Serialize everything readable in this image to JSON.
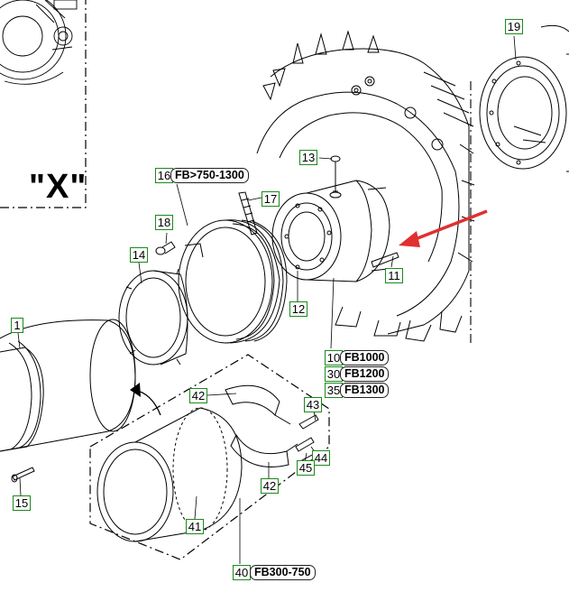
{
  "view_label": "\"X\"",
  "callouts": [
    {
      "id": "c1",
      "number": "1"
    },
    {
      "id": "c10",
      "number": "10",
      "tag": "FB1000"
    },
    {
      "id": "c11",
      "number": "11"
    },
    {
      "id": "c12",
      "number": "12"
    },
    {
      "id": "c13",
      "number": "13"
    },
    {
      "id": "c14",
      "number": "14"
    },
    {
      "id": "c15",
      "number": "15"
    },
    {
      "id": "c16",
      "number": "16",
      "tag": "FB>750-1300"
    },
    {
      "id": "c17",
      "number": "17"
    },
    {
      "id": "c18",
      "number": "18"
    },
    {
      "id": "c19",
      "number": "19"
    },
    {
      "id": "c30",
      "number": "30",
      "tag": "FB1200"
    },
    {
      "id": "c35",
      "number": "35",
      "tag": "FB1300"
    },
    {
      "id": "c40",
      "number": "40",
      "tag": "FB300-750"
    },
    {
      "id": "c41",
      "number": "41"
    },
    {
      "id": "c42a",
      "number": "42"
    },
    {
      "id": "c42b",
      "number": "42"
    },
    {
      "id": "c43",
      "number": "43"
    },
    {
      "id": "c44",
      "number": "44"
    },
    {
      "id": "c45",
      "number": "45"
    }
  ],
  "colors": {
    "callout_border": "#1a8a1a",
    "arrow": "#e03030",
    "line": "#000000"
  }
}
